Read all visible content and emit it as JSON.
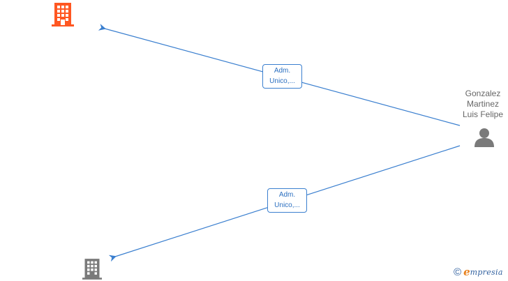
{
  "nodes": {
    "company_top": {
      "icon": "building-icon",
      "color": "#ff5722"
    },
    "company_bottom": {
      "icon": "building-icon",
      "color": "#7a7a7a"
    },
    "person": {
      "icon": "person-icon",
      "color": "#7a7a7a",
      "name_lines": [
        "Gonzalez",
        "Martinez",
        "Luis Felipe"
      ]
    }
  },
  "edges": [
    {
      "label_lines": [
        "Adm.",
        "Unico,..."
      ],
      "color": "#3a7fcf"
    },
    {
      "label_lines": [
        "Adm.",
        "Unico,..."
      ],
      "color": "#3a7fcf"
    }
  ],
  "brand": {
    "copyright": "©",
    "e_letter": "e",
    "wordmark": "mpresia"
  }
}
